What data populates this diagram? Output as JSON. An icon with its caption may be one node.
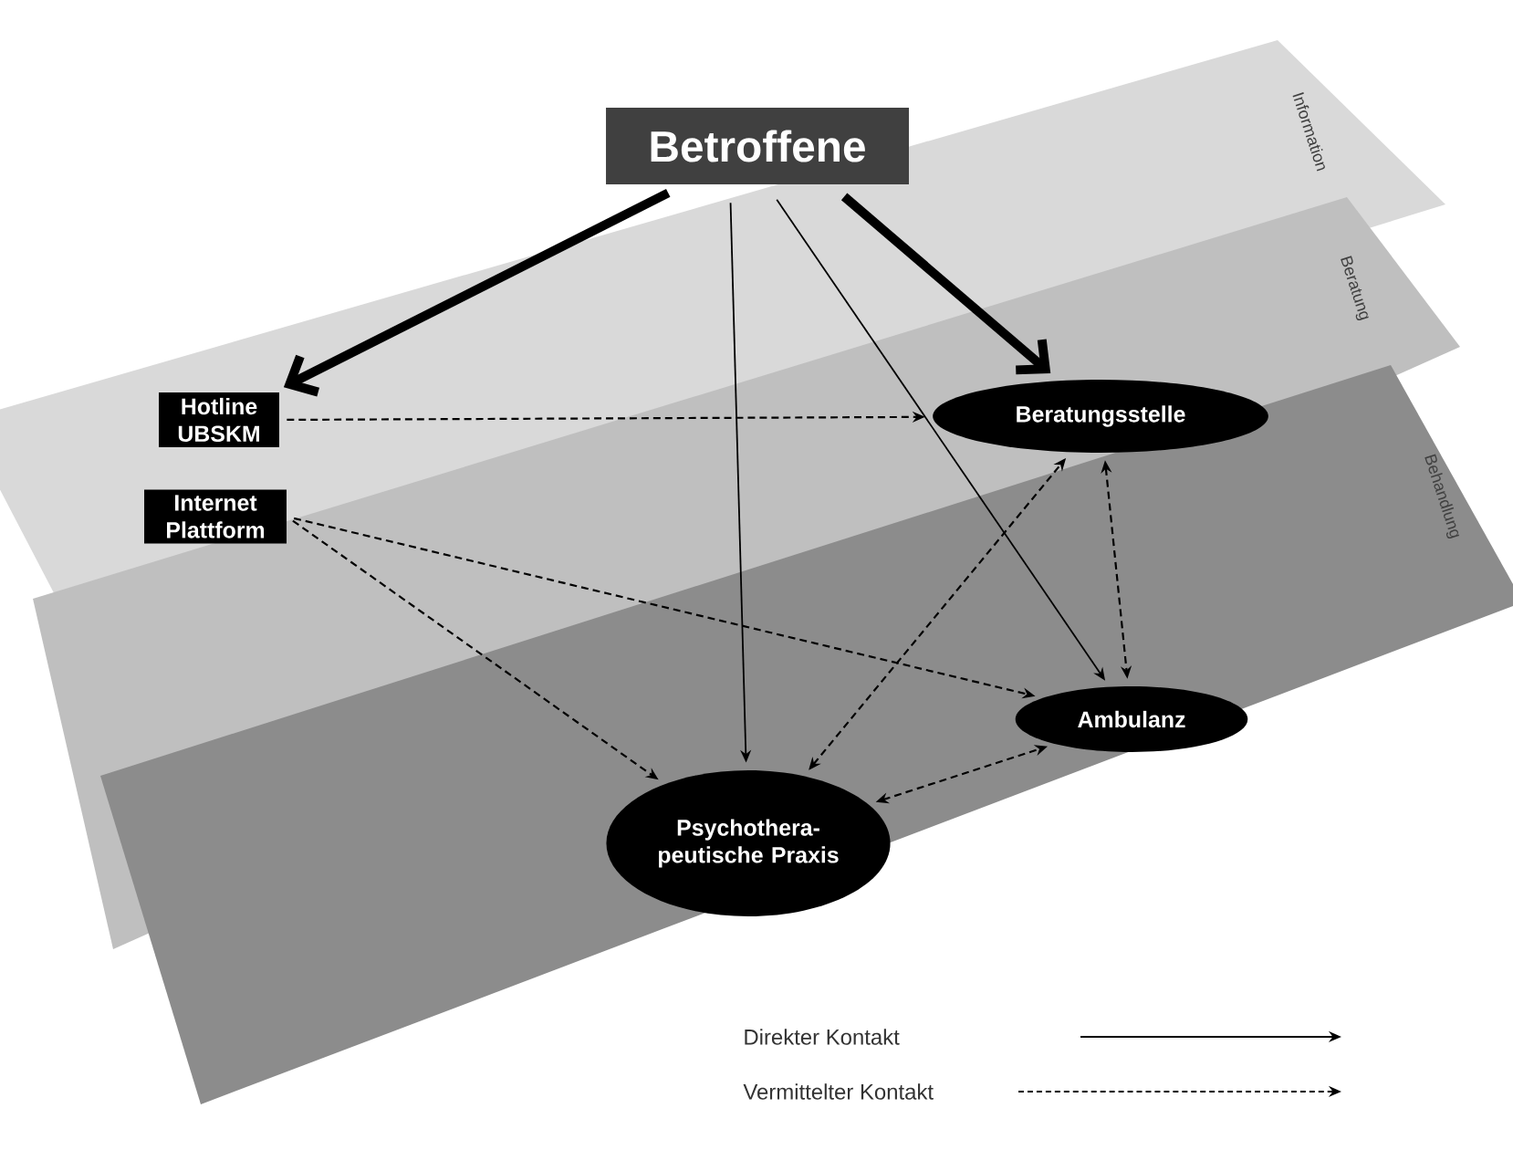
{
  "diagram": {
    "nodes": [
      {
        "text": [
          "Betroffene"
        ]
      },
      {
        "text": [
          "Hotline UBSKM"
        ]
      },
      {
        "text": [
          "Internet Plattform"
        ]
      },
      {
        "text": [
          "Beratungsstelle"
        ]
      },
      {
        "text": [
          "Ambulanz"
        ]
      },
      {
        "text": [
          "Psychothera- peutische Praxis"
        ]
      }
    ],
    "labels": [
      "Information",
      "Beratung",
      "Behandlung"
    ],
    "edges": [
      {
        "from": 0,
        "to": 1,
        "arrow": "to",
        "style": "thick"
      },
      {
        "from": 0,
        "to": 3,
        "arrow": "to",
        "style": "thick"
      },
      {
        "from": 0,
        "to": 5,
        "arrow": "to"
      },
      {
        "from": 0,
        "to": 4,
        "arrow": "to"
      },
      {
        "from": 1,
        "to": 3,
        "arrow": "to",
        "style": "dashed"
      },
      {
        "from": 2,
        "to": 4,
        "arrow": "to",
        "style": "dashed"
      },
      {
        "from": 2,
        "to": 5,
        "arrow": "to",
        "style": "dashed"
      },
      {
        "from": 5,
        "to": 3,
        "arrow": "both",
        "style": "dashed"
      },
      {
        "from": 3,
        "to": 4,
        "arrow": "both",
        "style": "dashed"
      },
      {
        "from": 5,
        "to": 4,
        "arrow": "both",
        "style": "dashed"
      }
    ],
    "legend": [
      {
        "text": "Direkter Kontakt"
      },
      {
        "text": "Vermittelter Kontakt"
      }
    ]
  }
}
